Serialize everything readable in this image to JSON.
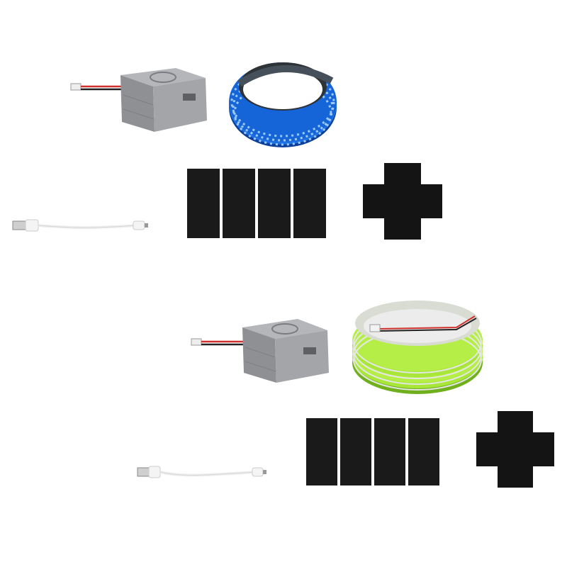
{
  "colors": {
    "background": "#ffffff",
    "controller_body": "#9a9ca0",
    "wire_red": "#d0312d",
    "wire_black": "#222222",
    "strip_blue": "#1e6fe0",
    "strip_blue_dark": "#0c3f9a",
    "strip_green": "#a8e63a",
    "strip_green_dark": "#6fb01c",
    "pad_black": "#1a1a1a",
    "cable_white": "#f2f2f2"
  },
  "kits": [
    {
      "id": "kit-1",
      "strip_color": "blue"
    },
    {
      "id": "kit-2",
      "strip_color": "green"
    }
  ],
  "icons": [
    "controller-box",
    "led-strip-reel",
    "usb-cable",
    "adhesive-pads",
    "cross-foam-pad"
  ]
}
